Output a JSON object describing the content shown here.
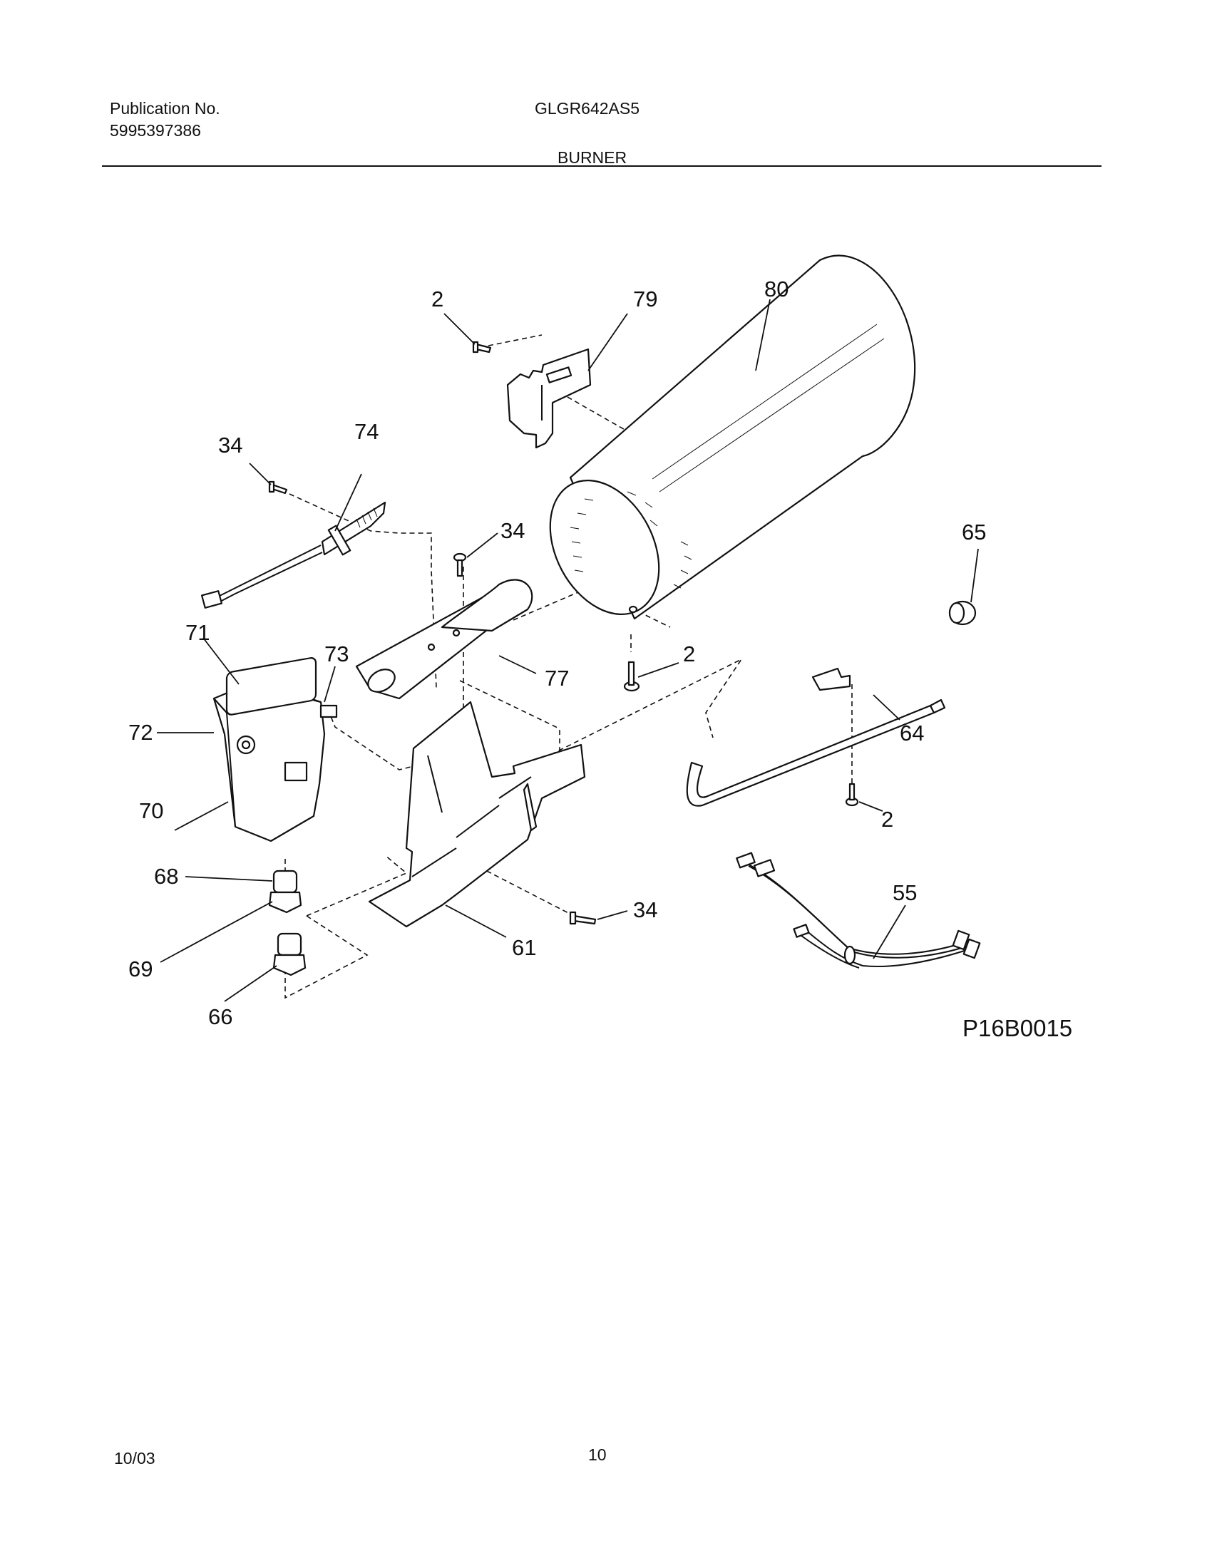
{
  "header": {
    "publication_label": "Publication No.",
    "publication_number": "5995397386",
    "model": "GLGR642AS5",
    "section_title": "BURNER"
  },
  "diagram": {
    "callouts": {
      "c2_top": "2",
      "c79": "79",
      "c80": "80",
      "c34_left": "34",
      "c74": "74",
      "c34_mid": "34",
      "c65": "65",
      "c71": "71",
      "c73": "73",
      "c77": "77",
      "c2_mid": "2",
      "c72": "72",
      "c64": "64",
      "c70": "70",
      "c2_right": "2",
      "c68": "68",
      "c34_bottom": "34",
      "c55": "55",
      "c61": "61",
      "c69": "69",
      "c66": "66"
    },
    "figure_code": "P16B0015"
  },
  "footer": {
    "date": "10/03",
    "page_number": "10"
  }
}
